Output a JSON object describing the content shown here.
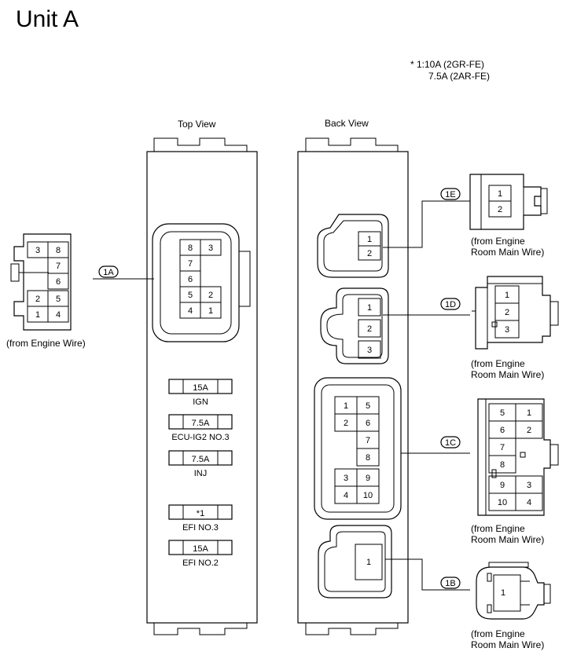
{
  "title": "Unit A",
  "note": {
    "line1": "* 1:10A (2GR-FE)",
    "line2": "7.5A (2AR-FE)"
  },
  "views": {
    "top": "Top View",
    "back": "Back View"
  },
  "connectors": {
    "c1A": {
      "label": "1A",
      "source": "(from Engine Wire)",
      "top_pins": [
        "8",
        "3"
      ],
      "pins": [
        "7",
        "6",
        "5",
        "2",
        "4",
        "1"
      ],
      "side_pins": [
        "3",
        "8",
        "7",
        "6",
        "2",
        "5",
        "1",
        "4"
      ]
    },
    "c1E": {
      "label": "1E",
      "source1": "(from Engine",
      "source2": "Room Main Wire)",
      "pins": [
        "1",
        "2"
      ]
    },
    "c1D": {
      "label": "1D",
      "source1": "(from Engine",
      "source2": "Room Main Wire)",
      "pins": [
        "1",
        "2",
        "3"
      ]
    },
    "c1C": {
      "label": "1C",
      "source1": "(from Engine",
      "source2": "Room Main Wire)",
      "pins": [
        "1",
        "5",
        "2",
        "6",
        "7",
        "8",
        "3",
        "9",
        "4",
        "10"
      ],
      "side_pins": [
        "5",
        "1",
        "6",
        "2",
        "7",
        "8",
        "9",
        "3",
        "10",
        "4"
      ]
    },
    "c1B": {
      "label": "1B",
      "source1": "(from Engine",
      "source2": "Room Main Wire)",
      "pins": [
        "1"
      ]
    }
  },
  "fuses": [
    {
      "rating": "15A",
      "name": "IGN"
    },
    {
      "rating": "7.5A",
      "name": "ECU-IG2 NO.3"
    },
    {
      "rating": "7.5A",
      "name": "INJ"
    },
    {
      "rating": "*1",
      "name": "EFI NO.3"
    },
    {
      "rating": "15A",
      "name": "EFI NO.2"
    }
  ]
}
